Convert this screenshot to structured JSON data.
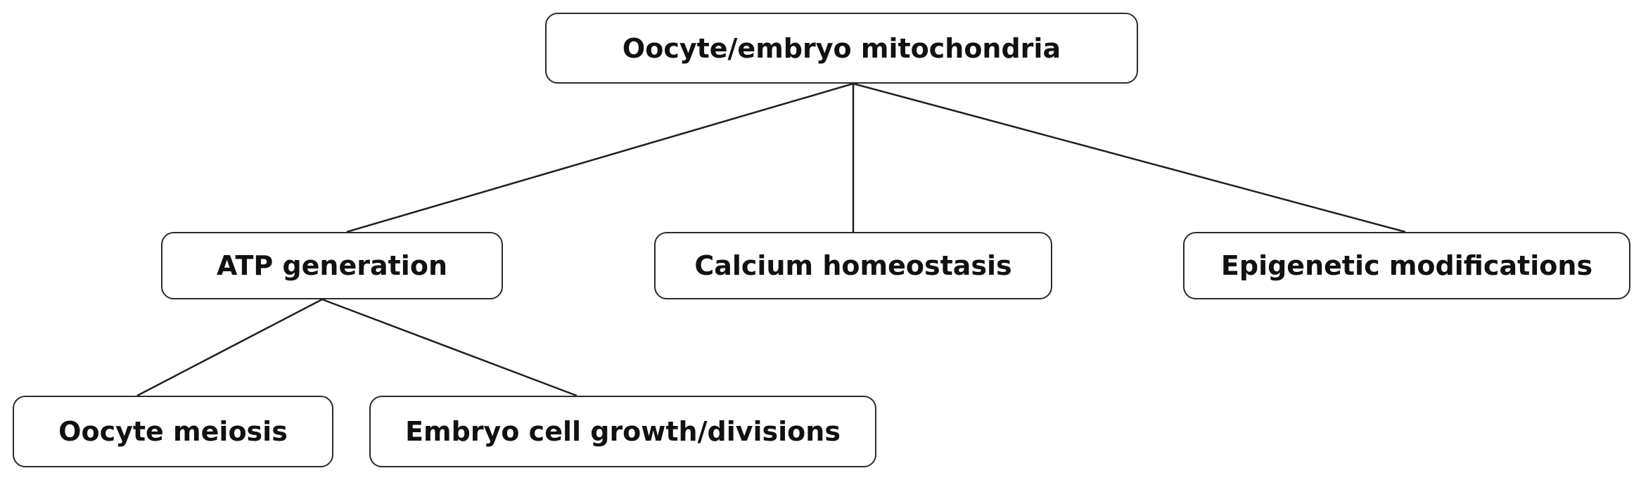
{
  "diagram": {
    "root": {
      "label": "Oocyte/embryo mitochondria"
    },
    "level1": [
      {
        "label": "ATP generation"
      },
      {
        "label": "Calcium homeostasis"
      },
      {
        "label": "Epigenetic modifications"
      }
    ],
    "level2": [
      {
        "label": "Oocyte meiosis"
      },
      {
        "label": "Embryo cell growth/divisions"
      }
    ],
    "edges": [
      {
        "from": "Oocyte/embryo mitochondria",
        "to": "ATP generation"
      },
      {
        "from": "Oocyte/embryo mitochondria",
        "to": "Calcium homeostasis"
      },
      {
        "from": "Oocyte/embryo mitochondria",
        "to": "Epigenetic modifications"
      },
      {
        "from": "ATP generation",
        "to": "Oocyte meiosis"
      },
      {
        "from": "ATP generation",
        "to": "Embryo cell growth/divisions"
      }
    ],
    "colors": {
      "line": "#1f1f1f",
      "box_border": "#2b2b2b",
      "text": "#111111",
      "background": "#ffffff"
    }
  }
}
